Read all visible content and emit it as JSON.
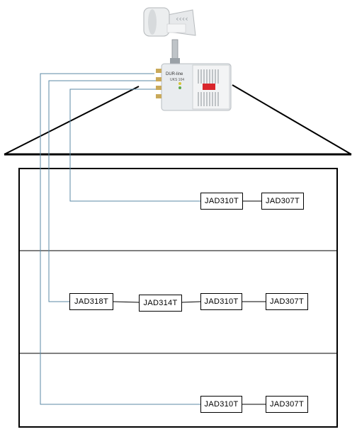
{
  "devices": {
    "multiswitch_brand": "DUR-line",
    "multiswitch_model": "UKS 104"
  },
  "floors": [
    {
      "floor": "top",
      "boxes": [
        "JAD310T",
        "JAD307T"
      ]
    },
    {
      "floor": "middle",
      "boxes": [
        "JAD318T",
        "JAD314T",
        "JAD310T",
        "JAD307T"
      ]
    },
    {
      "floor": "bottom",
      "boxes": [
        "JAD310T",
        "JAD307T"
      ]
    }
  ],
  "colors": {
    "cable": "#5b8aa6",
    "outline": "#000000",
    "device_body": "#e9ecef",
    "switch_red": "#d9262c"
  },
  "icons": [
    "lnb-icon",
    "multiswitch-icon"
  ]
}
